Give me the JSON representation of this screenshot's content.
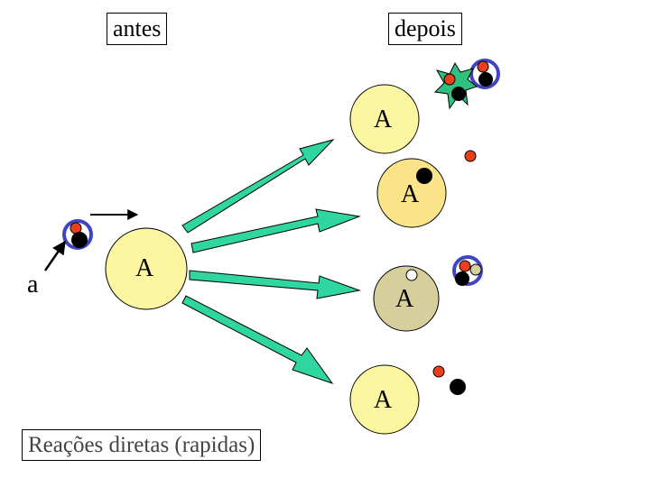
{
  "labels": {
    "before": "antes",
    "after": "depois",
    "caption": "Reações diretas (rapidas)",
    "projectile": "a"
  },
  "nuclei": {
    "target": "A",
    "elastic": "A",
    "inelastic": "A",
    "transfer": "A",
    "breakup": "A"
  },
  "colors": {
    "nucleus_yellow": "#fcf6a0",
    "nucleus_excited": "#fbe38a",
    "nucleus_transfer": "#d6cf9b",
    "proton_red": "#e8401c",
    "neutron_black": "#000000",
    "halo_blue": "#4044c0",
    "arrow_teal": "#2fd6a0",
    "excitation_green": "#30c080"
  }
}
